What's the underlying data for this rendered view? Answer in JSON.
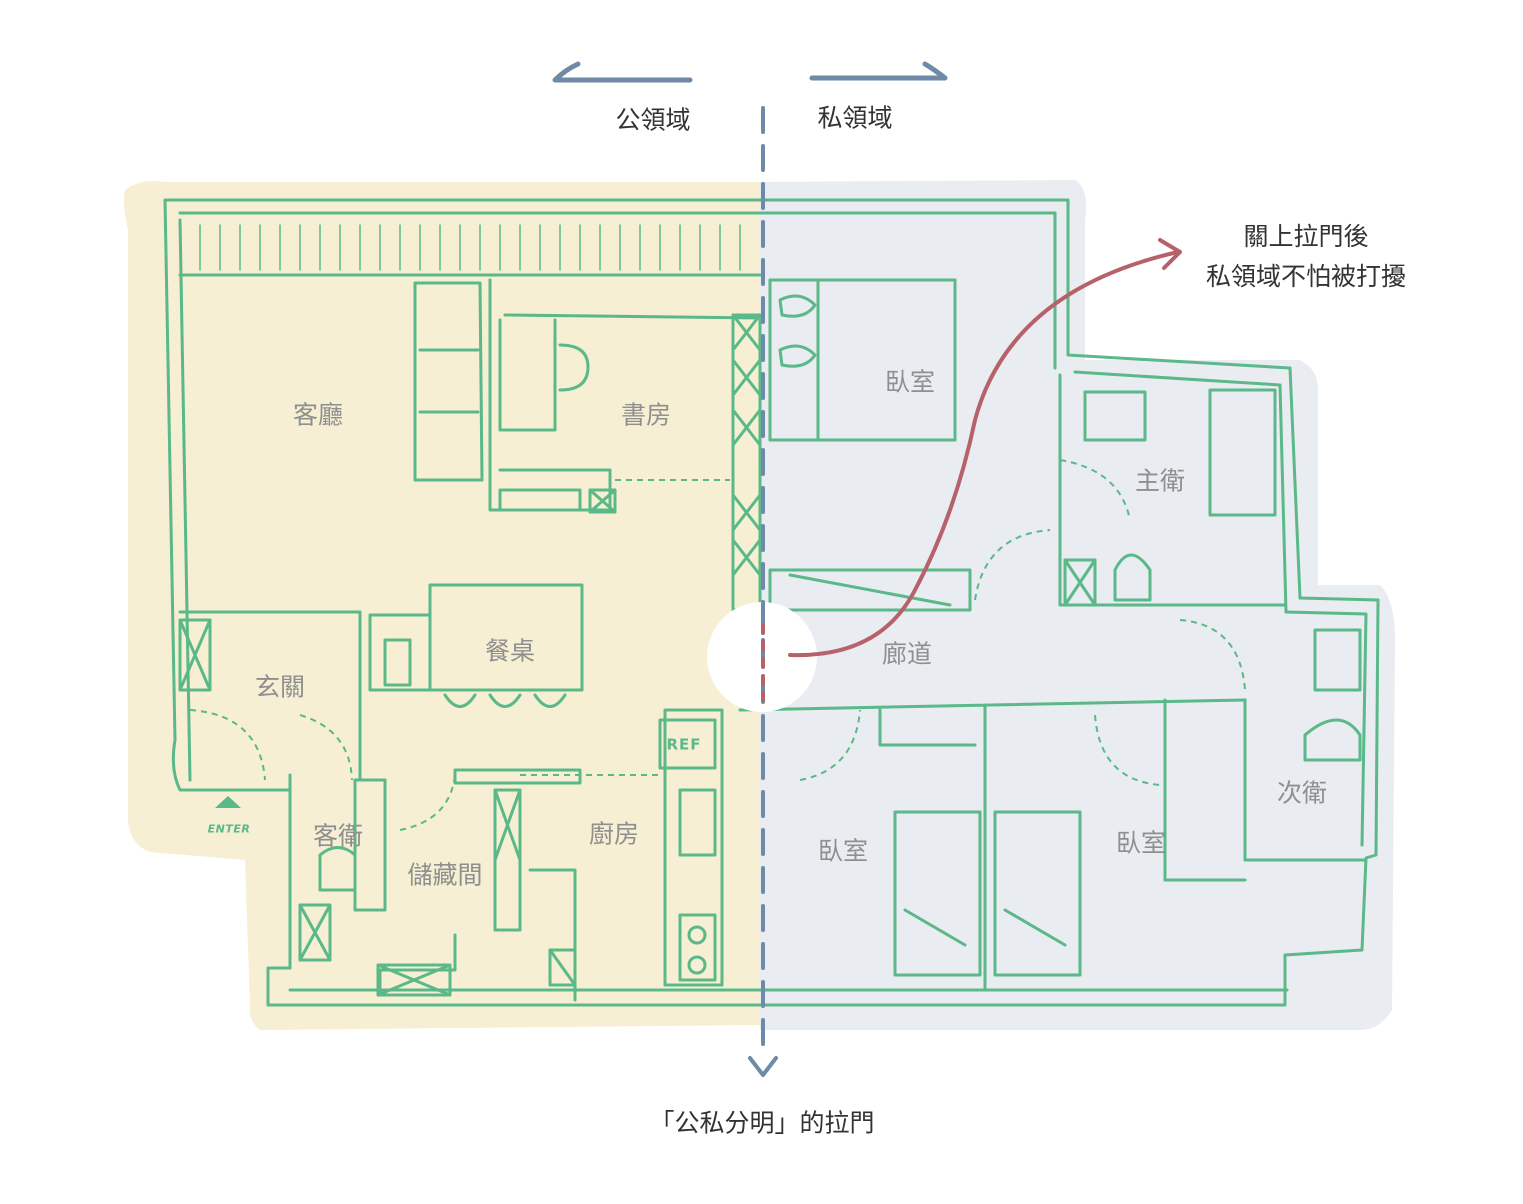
{
  "zones": {
    "public_label": "公領域",
    "private_label": "私領域"
  },
  "note": {
    "line1": "關上拉門後",
    "line2": "私領域不怕被打擾"
  },
  "caption": "「公私分明」的拉門",
  "rooms": {
    "living": "客廳",
    "study": "書房",
    "bedroom_master": "臥室",
    "master_bath": "主衛",
    "corridor": "廊道",
    "dining": "餐桌",
    "entry": "玄關",
    "guest_bath": "客衛",
    "storage": "儲藏間",
    "kitchen": "廚房",
    "bedroom_left": "臥室",
    "bedroom_right": "臥室",
    "second_bath": "次衛"
  },
  "marks": {
    "enter": "ENTER",
    "ref": "REF"
  },
  "colors": {
    "public_zone": "#f6efd3",
    "private_zone": "#e9ecf1",
    "wall": "#5ab889",
    "divider": "#6e8aa6",
    "arrow": "#b7616a",
    "room_text": "#8f8f8f"
  }
}
